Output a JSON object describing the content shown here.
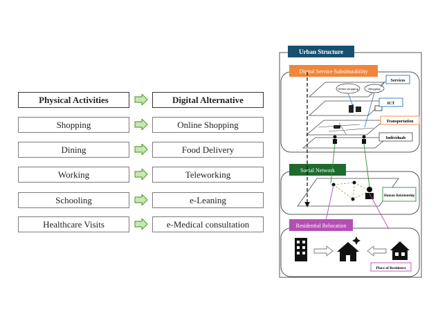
{
  "left_table": {
    "header": {
      "physical": "Physical Activities",
      "digital": "Digital Alternative"
    },
    "rows": [
      {
        "physical": "Shopping",
        "digital": "Online Shopping"
      },
      {
        "physical": "Dining",
        "digital": "Food Delivery"
      },
      {
        "physical": "Working",
        "digital": "Teleworking"
      },
      {
        "physical": "Schooling",
        "digital": "e-Leaning"
      },
      {
        "physical": "Healthcare Visits",
        "digital": "e-Medical consultation"
      }
    ]
  },
  "urban": {
    "title": "Urban Structure",
    "digital_service": {
      "title": "Digital Service Substitutability",
      "bubble_online": "Online shopping",
      "bubble_shopping": "Shopping",
      "tags": {
        "services": "Services",
        "ict": "ICT",
        "transportation": "Transportation",
        "individuals": "Individuals"
      }
    },
    "social_network": {
      "title": "Social Network",
      "tag": "Human Relationship"
    },
    "residential": {
      "title": "Residential Relocation",
      "tag": "Place of Residence"
    }
  },
  "colors": {
    "urban_header": "#17506e",
    "digital_header": "#f0863a",
    "social_header": "#1f6b2f",
    "residential_header": "#b44fb4",
    "arrow_fill": "#c9e6b4",
    "arrow_stroke": "#5aa33b",
    "service_tag_border": "#2e75b6",
    "transport_tag_border": "#f0863a",
    "human_tag_border": "#2e8b3a",
    "residence_tag_border": "#b44fb4"
  }
}
